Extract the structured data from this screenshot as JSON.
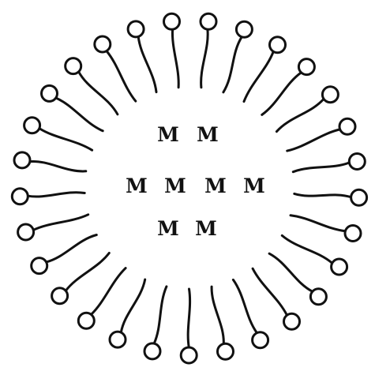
{
  "diagram": {
    "molecule_count": 29,
    "core_rows": [
      [
        "M",
        "M"
      ],
      [
        "M",
        "M",
        "M",
        "M"
      ],
      [
        "M",
        "M"
      ]
    ],
    "colors": {
      "stroke": "#111111",
      "head_fill": "#ffffff",
      "text": "#111111",
      "background": "#ffffff"
    }
  }
}
